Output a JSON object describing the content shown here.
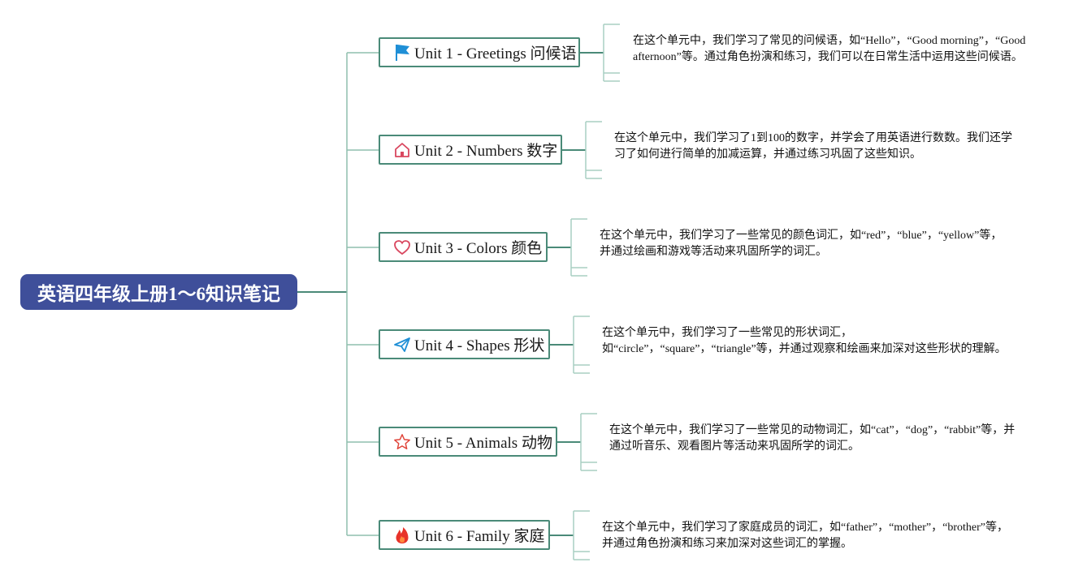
{
  "root": {
    "title": "英语四年级上册1～6知识笔记"
  },
  "units": [
    {
      "label": "Unit 1 - Greetings 问候语",
      "icon": "flag-icon",
      "note_lines": [
        "在这个单元中，我们学习了常见的问候语，如“Hello”，“Good morning”，“Good",
        "afternoon”等。通过角色扮演和练习，我们可以在日常生活中运用这些问候语。"
      ]
    },
    {
      "label": "Unit 2 - Numbers 数字",
      "icon": "house-icon",
      "note_lines": [
        "在这个单元中，我们学习了1到100的数字，并学会了用英语进行数数。我们还学",
        "习了如何进行简单的加减运算，并通过练习巩固了这些知识。"
      ]
    },
    {
      "label": "Unit 3 - Colors 颜色",
      "icon": "heart-icon",
      "note_lines": [
        "在这个单元中，我们学习了一些常见的颜色词汇，如“red”，“blue”，“yellow”等，",
        "并通过绘画和游戏等活动来巩固所学的词汇。"
      ]
    },
    {
      "label": "Unit 4 - Shapes 形状",
      "icon": "paper-plane-icon",
      "note_lines": [
        "在这个单元中，我们学习了一些常见的形状词汇，",
        "如“circle”，“square”，“triangle”等，并通过观察和绘画来加深对这些形状的理解。"
      ]
    },
    {
      "label": "Unit 5 - Animals 动物",
      "icon": "star-icon",
      "note_lines": [
        "在这个单元中，我们学习了一些常见的动物词汇，如“cat”，“dog”，“rabbit”等，并",
        "通过听音乐、观看图片等活动来巩固所学的词汇。"
      ]
    },
    {
      "label": "Unit 6 - Family 家庭",
      "icon": "fire-icon",
      "note_lines": [
        "在这个单元中，我们学习了家庭成员的词汇，如“father”，“mother”，“brother”等，",
        "并通过角色扮演和练习来加深对这些词汇的掌握。"
      ]
    }
  ],
  "colors": {
    "root_bg": "#3f4f9a",
    "connector": "#4a8a78",
    "bracket": "#a9cfc2"
  }
}
